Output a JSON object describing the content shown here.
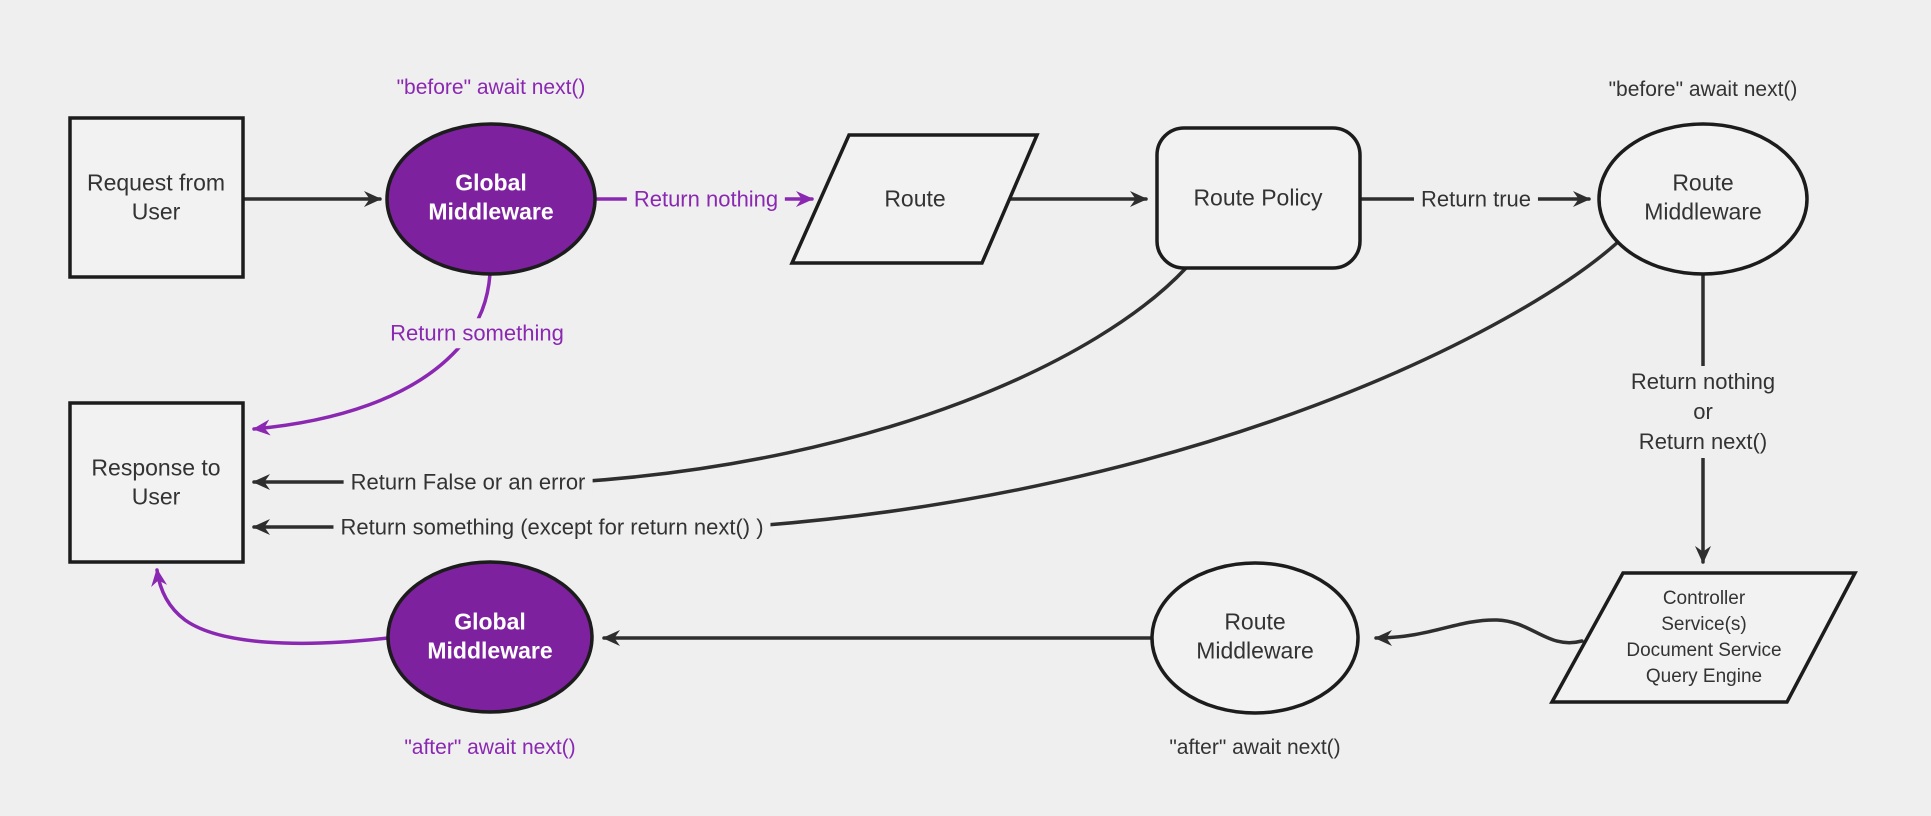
{
  "diagram": {
    "colors": {
      "background": "#efefef",
      "node_fill": "#f2f2f2",
      "node_border": "#1c1c1c",
      "purple_fill": "#7d219f",
      "purple_line": "#8a28b2",
      "black_line": "#2e2e2e",
      "text_dark": "#333333",
      "text_light": "#ffffff"
    },
    "nodes": {
      "request": {
        "label": "Request from User",
        "shape": "rectangle"
      },
      "global_middleware_top": {
        "label": "Global Middleware",
        "shape": "ellipse"
      },
      "route": {
        "label": "Route",
        "shape": "parallelogram"
      },
      "route_policy": {
        "label": "Route Policy",
        "shape": "rounded-rectangle"
      },
      "route_middleware_top": {
        "label": "Route Middleware",
        "shape": "ellipse"
      },
      "controller": {
        "label": "Controller\nService(s)\nDocument Service\nQuery Engine",
        "shape": "parallelogram"
      },
      "route_middleware_bottom": {
        "label": "Route Middleware",
        "shape": "ellipse"
      },
      "global_middleware_bottom": {
        "label": "Global Middleware",
        "shape": "ellipse"
      },
      "response": {
        "label": "Response to User",
        "shape": "rectangle"
      }
    },
    "annotations": {
      "before_await_global": "\"before\" await next()",
      "before_await_route": "\"before\" await next()",
      "after_await_global": "\"after\" await next()",
      "after_await_route": "\"after\" await next()"
    },
    "edge_labels": {
      "return_nothing": "Return nothing",
      "return_true": "Return true",
      "return_nothing_or_next": "Return nothing\nor\nReturn next()",
      "return_something": "Return something",
      "return_false": "Return False or an error",
      "return_something_except": "Return something (except for return next() )"
    }
  }
}
